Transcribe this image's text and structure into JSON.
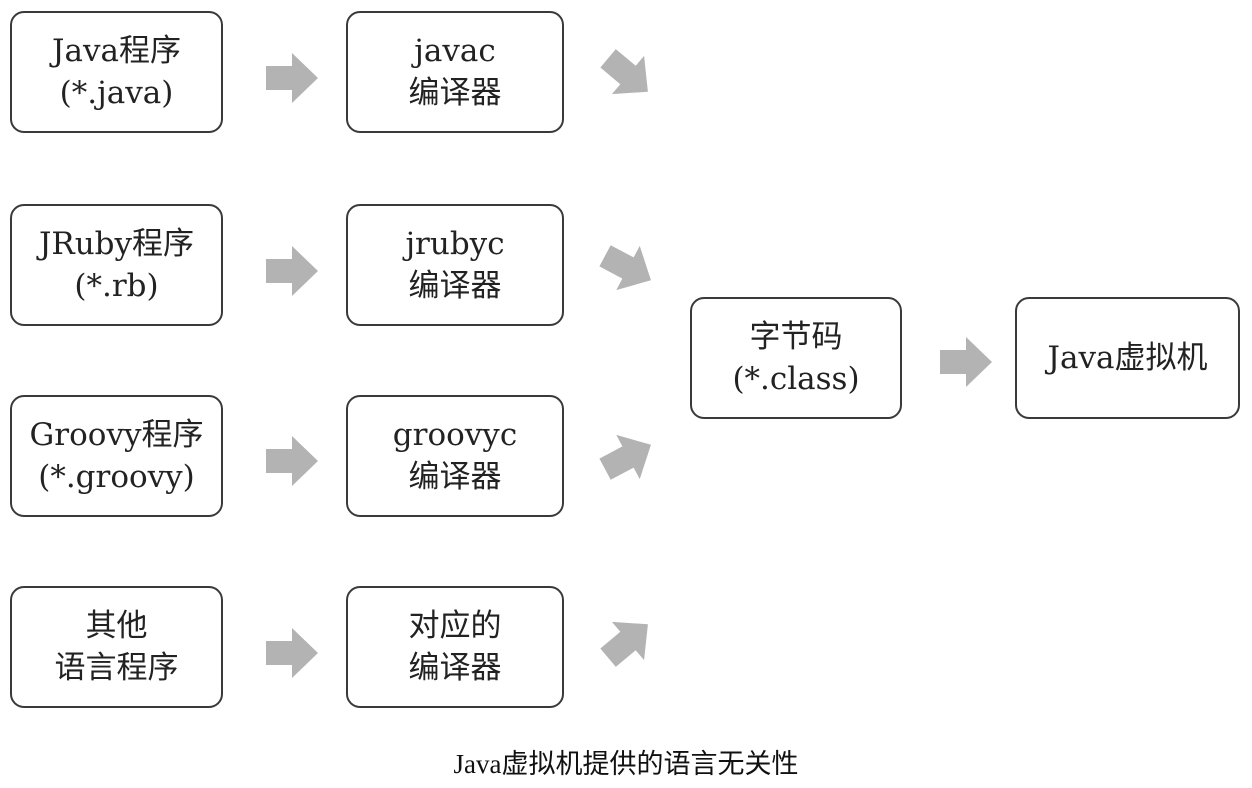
{
  "sources": [
    {
      "line1": "Java程序",
      "line2": "(*.java)"
    },
    {
      "line1": "JRuby程序",
      "line2": "(*.rb)"
    },
    {
      "line1": "Groovy程序",
      "line2": "(*.groovy)"
    },
    {
      "line1": "其他",
      "line2": "语言程序"
    }
  ],
  "compilers": [
    {
      "line1": "javac",
      "line2": "编译器"
    },
    {
      "line1": "jrubyc",
      "line2": "编译器"
    },
    {
      "line1": "groovyc",
      "line2": "编译器"
    },
    {
      "line1": "对应的",
      "line2": "编译器"
    }
  ],
  "bytecode": {
    "line1": "字节码",
    "line2": "(*.class)"
  },
  "jvm": {
    "label": "Java虚拟机"
  },
  "caption": "Java虚拟机提供的语言无关性",
  "colors": {
    "arrow": "#b3b3b3",
    "border": "#3a3a3a"
  }
}
